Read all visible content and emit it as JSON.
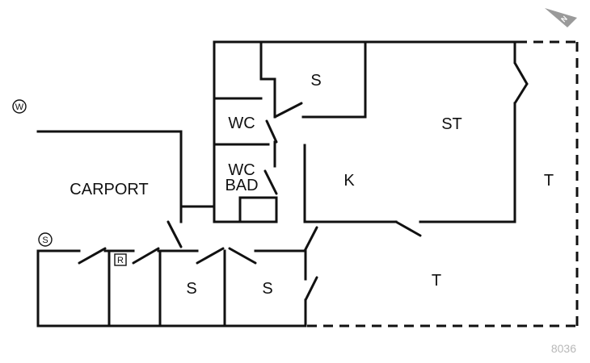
{
  "plan": {
    "rooms": {
      "carport": "CARPORT",
      "wc1": "WC",
      "wc2_line1": "WC",
      "wc2_line2": "BAD",
      "storage_top": "S",
      "living": "ST",
      "kitchen": "K",
      "terrace_right": "T",
      "terrace_bottom": "T",
      "storage_left": "S",
      "storage_right": "S"
    },
    "symbols": {
      "water": "W",
      "sewer": "S",
      "r_box": "R",
      "north": "N"
    },
    "reference_number": "8036"
  }
}
